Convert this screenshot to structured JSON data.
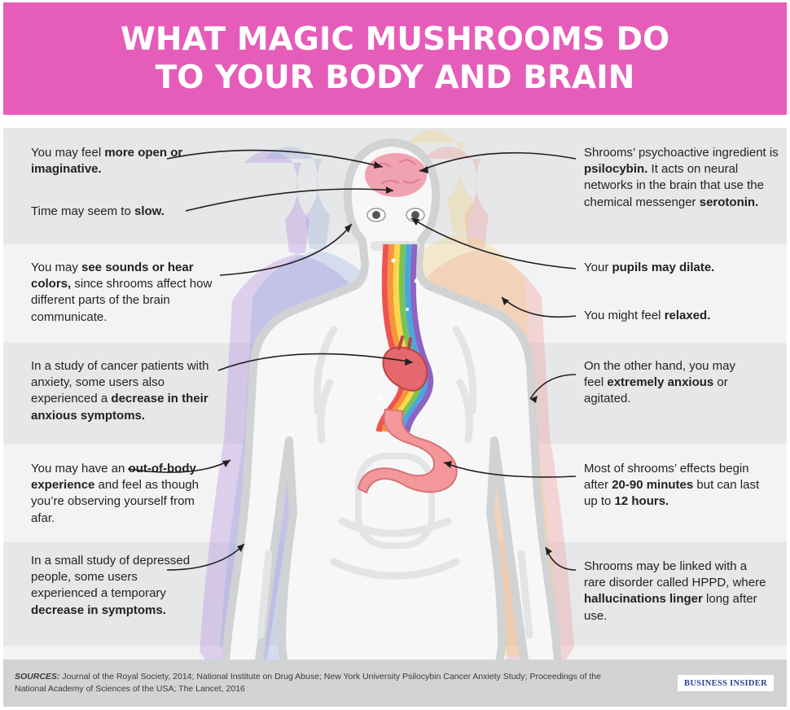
{
  "header": {
    "title_line1": "WHAT MAGIC MUSHROOMS DO",
    "title_line2": "TO YOUR BODY AND BRAIN"
  },
  "colors": {
    "header_bg": "#e55db9",
    "band_dark": "#e6e7e8",
    "band_light": "#f3f3f4",
    "footer_bg": "#d1d3d4",
    "organ_pink": "#f08a8f",
    "brand_blue": "#2a3f8f"
  },
  "callouts": {
    "open_imaginative": {
      "pre": "You may feel ",
      "bold": "more open or imaginative."
    },
    "time_slow": {
      "pre": "Time may seem to ",
      "bold": "slow."
    },
    "see_sounds": {
      "bold": "see sounds or hear colors,",
      "pre": "You may ",
      "post": " since shrooms affect how different parts of the brain communicate."
    },
    "cancer_study": {
      "pre": "In a study of cancer patients with anxiety, some users also experienced a ",
      "bold": "decrease in their anxious symptoms."
    },
    "out_of_body": {
      "pre": "You may have an ",
      "bold": "out-of-body experience",
      "post": " and feel as though you’re observing yourself from afar."
    },
    "depressed_study": {
      "pre": "In a small study of depressed people, some users experienced a temporary ",
      "bold": "decrease in symptoms."
    },
    "psilocybin": {
      "pre": "Shrooms’ psychoactive ingredient is ",
      "bold": "psilocybin.",
      "mid": " It acts on neural networks in the brain that use the chemical messenger ",
      "bold2": "serotonin."
    },
    "pupils": {
      "pre": "Your ",
      "bold": "pupils may dilate."
    },
    "relaxed": {
      "pre": "You might feel ",
      "bold": "relaxed."
    },
    "anxious": {
      "pre": "On the other hand, you may feel ",
      "bold": "extremely anxious",
      "post": " or agitated."
    },
    "effects_time": {
      "pre": "Most of shrooms’ effects begin after ",
      "bold": "20-90 minutes",
      "mid": " but can last up to ",
      "bold2": "12 hours."
    },
    "hppd": {
      "pre": "Shrooms may be linked with a rare disorder called HPPD, where ",
      "bold": "hallucinations linger",
      "post": " long after use."
    }
  },
  "footer": {
    "sources_label": "SOURCES:",
    "sources_text": " Journal of the Royal Society, 2014; National Institute on Drug Abuse; New York University Psilocybin Cancer Anxiety Study; Proceedings of the National Academy of Sciences of the USA; The Lancet, 2016",
    "brand": "BUSINESS INSIDER"
  }
}
